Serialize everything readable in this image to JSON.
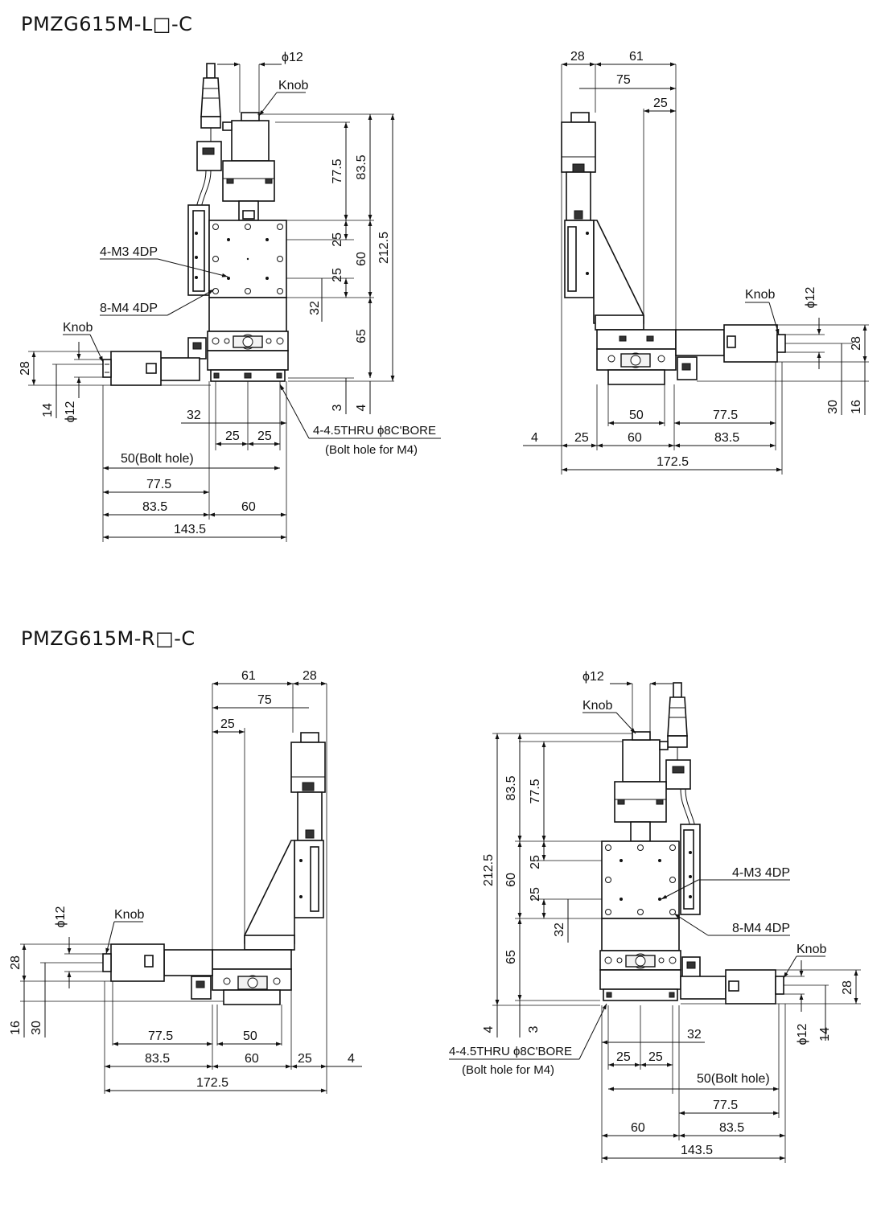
{
  "titles": {
    "left_hand": "PMZG615M-L□-C",
    "right_hand": "PMZG615M-R□-C"
  },
  "labels": {
    "knob": "Knob",
    "phi12": "ϕ12",
    "m3": "4-M3 4DP",
    "m4": "8-M4 4DP",
    "thru": "4-4.5THRU ϕ8C'BORE",
    "bolt_m4": "(Bolt hole for M4)",
    "bolt_hole": "50(Bolt hole)"
  },
  "dims": {
    "d3": "3",
    "d4": "4",
    "d14": "14",
    "d16": "16",
    "d25": "25",
    "d28": "28",
    "d30": "30",
    "d32": "32",
    "d50": "50",
    "d60": "60",
    "d61": "61",
    "d65": "65",
    "d75": "75",
    "d77_5": "77.5",
    "d83_5": "83.5",
    "d143_5": "143.5",
    "d172_5": "172.5",
    "d212_5": "212.5"
  }
}
